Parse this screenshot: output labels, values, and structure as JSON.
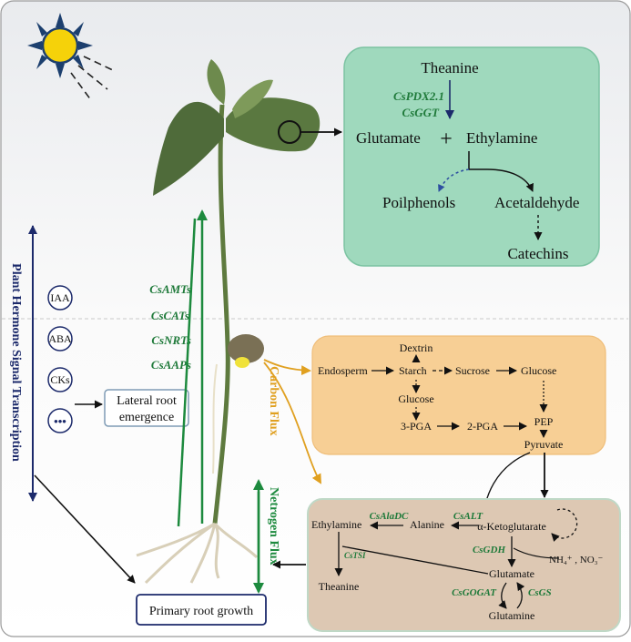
{
  "theanine_box": {
    "theanine": "Theanine",
    "gene1": "CsPDX2.1",
    "gene2": "CsGGT",
    "glutamate": "Glutamate",
    "plus": "+",
    "ethylamine": "Ethylamine",
    "poilphenols": "Poilphenols",
    "acetaldehyde": "Acetaldehyde",
    "catechins": "Catechins"
  },
  "hormone": {
    "title": "Plant Hermone Signal Transcription",
    "items": [
      "IAA",
      "ABA",
      "CKs",
      "•••"
    ],
    "lateral_root": "Lateral root emergence",
    "lateral_line1": "Lateral root",
    "lateral_line2": "emergence",
    "primary_root": "Primary root growth"
  },
  "transporters": [
    "CsAMTs",
    "CsCATs",
    "CsNRTs",
    "CsAAPs"
  ],
  "flux": {
    "carbon": "Carbon Flux",
    "nitrogen": "Netrogen Flux"
  },
  "carbon_box": {
    "dextrin": "Dextrin",
    "endosperm": "Endosperm",
    "starch": "Starch",
    "sucrose": "Sucrose",
    "glucose1": "Glucose",
    "glucose2": "Glucose",
    "pga3": "3-PGA",
    "pga2": "2-PGA",
    "pep": "PEP",
    "pyruvate": "Pyruvate"
  },
  "nitrogen_box": {
    "ethylamine": "Ethylamine",
    "alanine": "Alanine",
    "ketoglutarate": "α-Ketoglutarate",
    "glutamate": "Glutamate",
    "theanine": "Theanine",
    "glutamine": "Glutamine",
    "ammonium": "NH₄⁺ , NO₃⁻",
    "gene_aladc": "CsAlaDC",
    "gene_alt": "CsALT",
    "gene_tsi": "CsTSI",
    "gene_gdh": "CsGDH",
    "gene_gogat": "CsGOGAT",
    "gene_gs": "CsGS"
  },
  "colors": {
    "green_box": "#9fd9bd",
    "orange_box": "#f7cf95",
    "brown_box": "#ddc8b3",
    "navy": "#1c2a6b",
    "green_arrow": "#1d8a3e",
    "orange_arrow": "#e0a020"
  }
}
